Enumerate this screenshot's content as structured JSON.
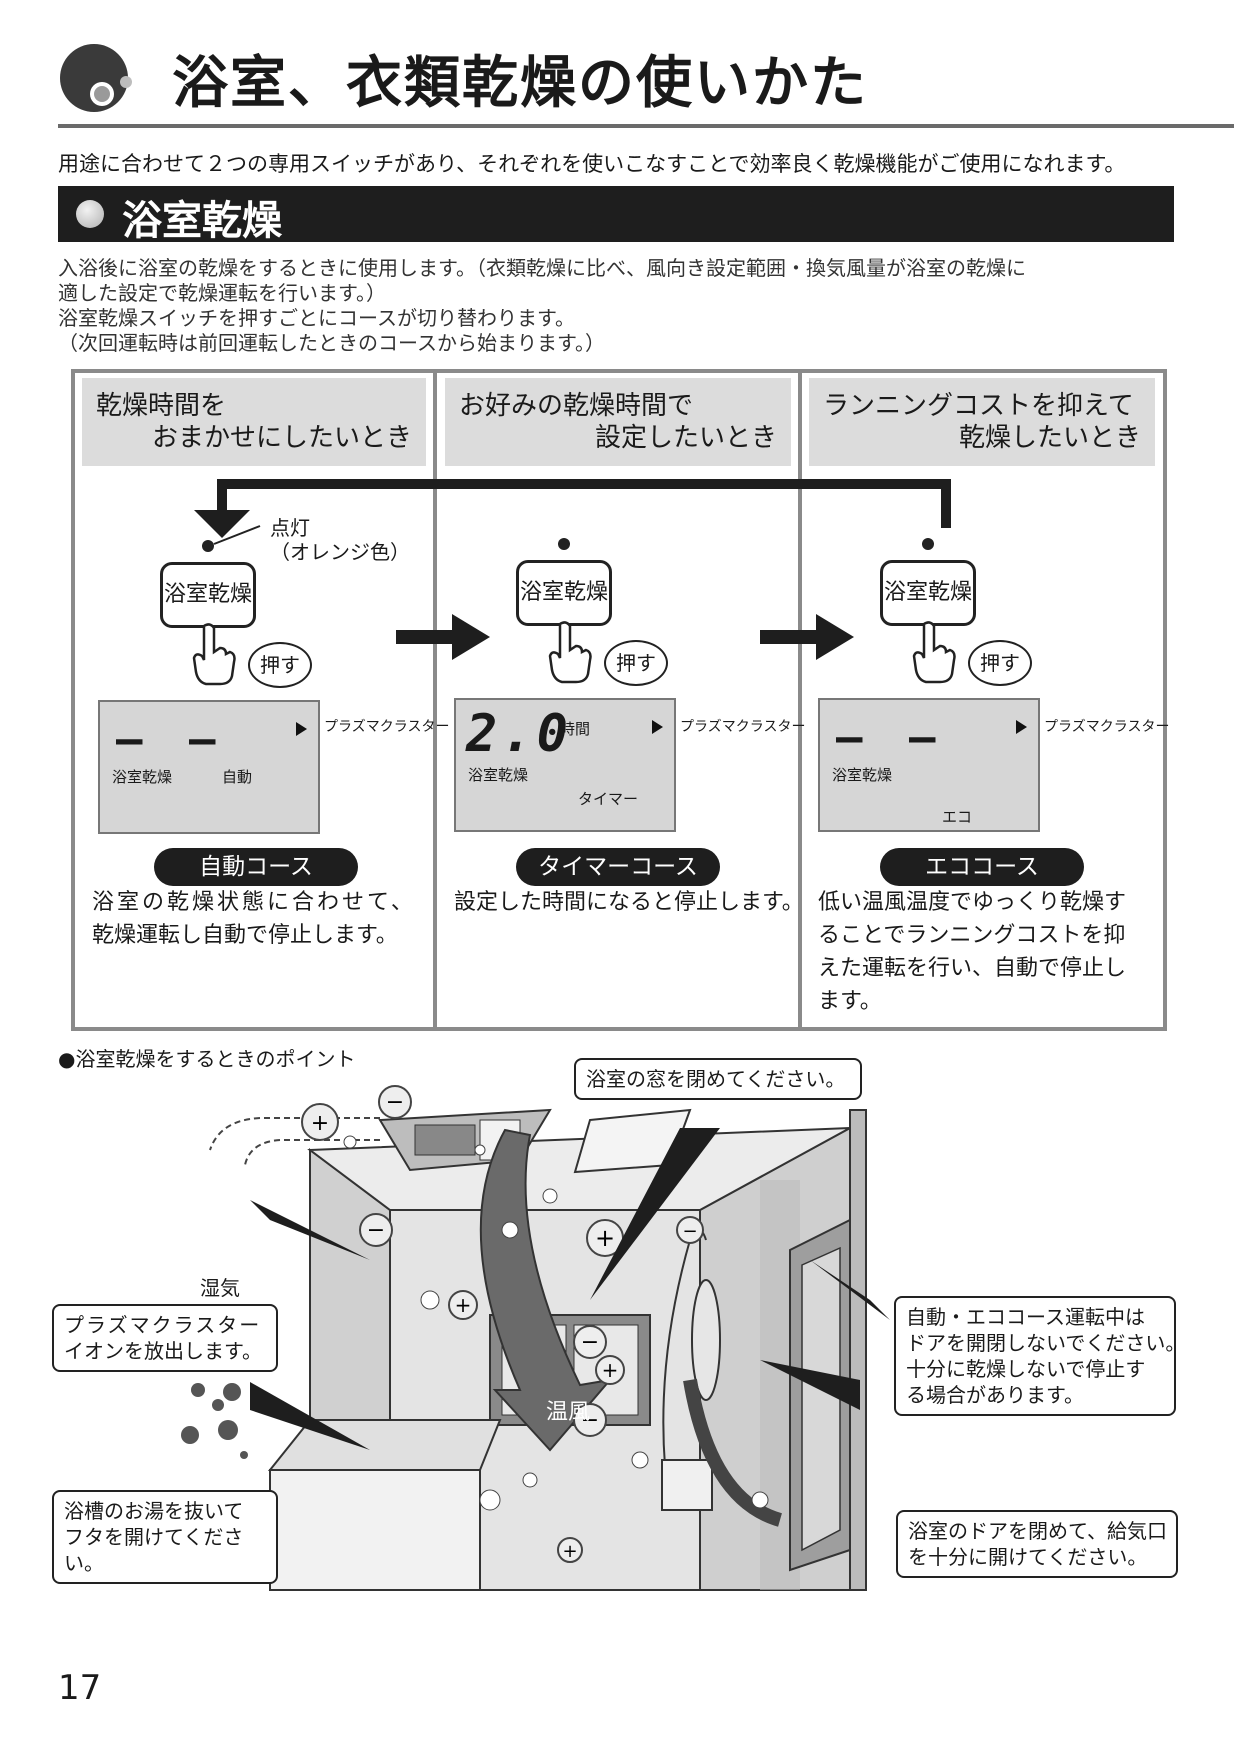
{
  "page_title": "浴室、衣類乾燥の使いかた",
  "intro": "用途に合わせて２つの専用スイッチがあり、それぞれを使いこなすことで効率良く乾燥機能がご使用になれます。",
  "section": {
    "title": "浴室乾燥",
    "desc": [
      "入浴後に浴室の乾燥をするときに使用します。（衣類乾燥に比べ、風向き設定範囲・換気風量が浴室の乾燥に",
      "適した設定で乾燥運転を行います。）",
      "浴室乾燥スイッチを押すごとにコースが切り替わります。",
      "（次回運転時は前回運転したときのコースから始まります。）"
    ]
  },
  "columns": [
    {
      "head1": "乾燥時間を",
      "head2": "おまかせにしたいとき",
      "switch_label": "浴室乾燥",
      "push_label": "押す",
      "lcd": {
        "digits": "‒ ‒",
        "hour_label": "",
        "plasma": "プラズマクラスター",
        "mode": "浴室乾燥",
        "sub": "自動",
        "sub2": ""
      },
      "course": "自動コース",
      "text": [
        "浴室の乾燥状態に合わせて、",
        "乾燥運転し自動で停止します。"
      ]
    },
    {
      "head1": "お好みの乾燥時間で",
      "head2": "設定したいとき",
      "switch_label": "浴室乾燥",
      "push_label": "押す",
      "lcd": {
        "digits": "2.0",
        "hour_label": "時間",
        "plasma": "プラズマクラスター",
        "mode": "浴室乾燥",
        "sub": "",
        "sub2": "タイマー"
      },
      "course": "タイマーコース",
      "text": [
        "設定した時間になると停止します。"
      ]
    },
    {
      "head1": "ランニングコストを抑えて",
      "head2": "乾燥したいとき",
      "switch_label": "浴室乾燥",
      "push_label": "押す",
      "lcd": {
        "digits": "‒ ‒",
        "hour_label": "",
        "plasma": "プラズマクラスター",
        "mode": "浴室乾燥",
        "sub": "",
        "sub2": "エコ"
      },
      "course": "エココース",
      "text": [
        "低い温風温度でゆっくり乾燥す",
        "ることでランニングコストを抑",
        "えた運転を行い、自動で停止し",
        "ます。"
      ]
    }
  ],
  "lamp_note": [
    "点灯",
    "（オレンジ色）"
  ],
  "points": {
    "title": "●浴室乾燥をするときのポイント",
    "window": "浴室の窓を閉めてください。",
    "plasma": [
      "プラズマクラスター",
      "イオンを放出します。"
    ],
    "door_note": [
      "自動・エココース運転中は",
      "ドアを開閉しないでください。",
      "十分に乾燥しないで停止す",
      "る場合があります。"
    ],
    "tub": [
      "浴槽のお湯を抜いて",
      "フタを開けてくださ",
      "い。"
    ],
    "door_close": [
      "浴室のドアを閉めて、給気口",
      "を十分に開けてください。"
    ],
    "humidity": "湿気",
    "warm_air": "温風"
  },
  "page_number": "17"
}
